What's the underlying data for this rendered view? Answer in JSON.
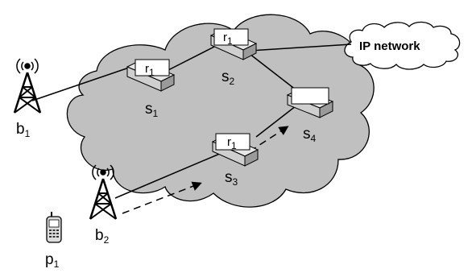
{
  "labels": {
    "b1": {
      "main": "b",
      "sub": "1"
    },
    "b2": {
      "main": "b",
      "sub": "2"
    },
    "p1": {
      "main": "p",
      "sub": "1"
    },
    "s1": {
      "main": "s",
      "sub": "1"
    },
    "s2": {
      "main": "s",
      "sub": "2"
    },
    "s3": {
      "main": "s",
      "sub": "3"
    },
    "s4": {
      "main": "s",
      "sub": "4"
    }
  },
  "rules": {
    "s1": {
      "main": "r",
      "sub": "1"
    },
    "s2": {
      "main": "r",
      "sub": "1"
    },
    "s3": {
      "main": "r",
      "sub": "1"
    },
    "s4": {
      "main": "",
      "sub": ""
    }
  },
  "ip_network": {
    "label": "IP network"
  },
  "colors": {
    "cloud_fill": "#c0c0c0",
    "ip_cloud_fill": "#ffffff",
    "switch_fill": "#e6e6e6",
    "line": "#000000"
  },
  "icons": {
    "base_station": "antenna-tower-icon",
    "phone": "mobile-phone-icon",
    "switch": "network-switch-icon"
  }
}
